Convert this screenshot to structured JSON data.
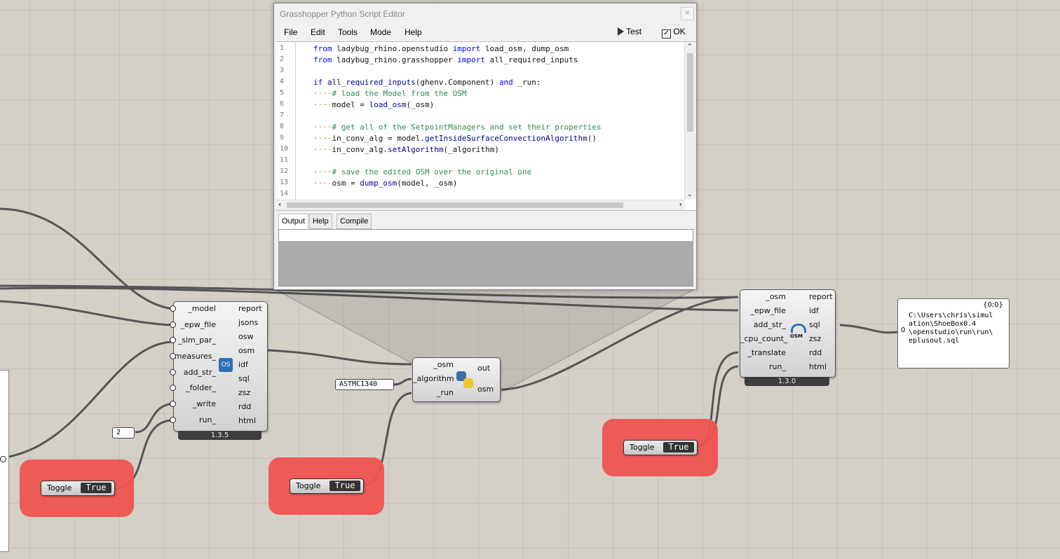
{
  "editor": {
    "title": "Grasshopper Python Script Editor",
    "menu": [
      "File",
      "Edit",
      "Tools",
      "Mode",
      "Help"
    ],
    "test_label": "Test",
    "ok_label": "OK",
    "close_label": "×",
    "line_numbers": [
      "1",
      "2",
      "3",
      "4",
      "5",
      "6",
      "7",
      "8",
      "9",
      "10",
      "11",
      "12",
      "13",
      "14"
    ],
    "tabs": [
      "Output",
      "Help",
      "Compile"
    ]
  },
  "canvas": {
    "node_osm_run": {
      "inputs": [
        "_model",
        "_epw_file",
        "_sim_par_",
        "measures_",
        "add_str_",
        "_folder_",
        "_write",
        "run_"
      ],
      "outputs": [
        "report",
        "jsons",
        "osw",
        "osm",
        "idf",
        "sql",
        "zsz",
        "rdd",
        "html"
      ],
      "version": "1.3.5",
      "icon": "openstudio-icon"
    },
    "node_python": {
      "inputs": [
        "_osm",
        "_algorithm",
        "_run"
      ],
      "outputs": [
        "out",
        "osm"
      ],
      "icon": "python-icon"
    },
    "node_run_osm": {
      "inputs": [
        "_osm",
        "_epw_file",
        "add_str_",
        "_cpu_count_",
        "_translate",
        "run_"
      ],
      "outputs": [
        "report",
        "idf",
        "sql",
        "zsz",
        "rdd",
        "html"
      ],
      "version": "1.3.0",
      "icon_label": "OSM"
    },
    "number_panel": "2",
    "algorithm_panel": "ASTMC1340",
    "toggles": [
      {
        "label": "Toggle",
        "value": "True"
      },
      {
        "label": "Toggle",
        "value": "True"
      },
      {
        "label": "Toggle",
        "value": "True"
      }
    ],
    "result_panel": {
      "header": "{0;0}",
      "index": "0",
      "lines": [
        "C:\\Users\\chris\\simul",
        "ation\\ShoeBox0.4",
        "\\openstudio\\run\\run\\",
        "eplusout.sql"
      ]
    }
  }
}
